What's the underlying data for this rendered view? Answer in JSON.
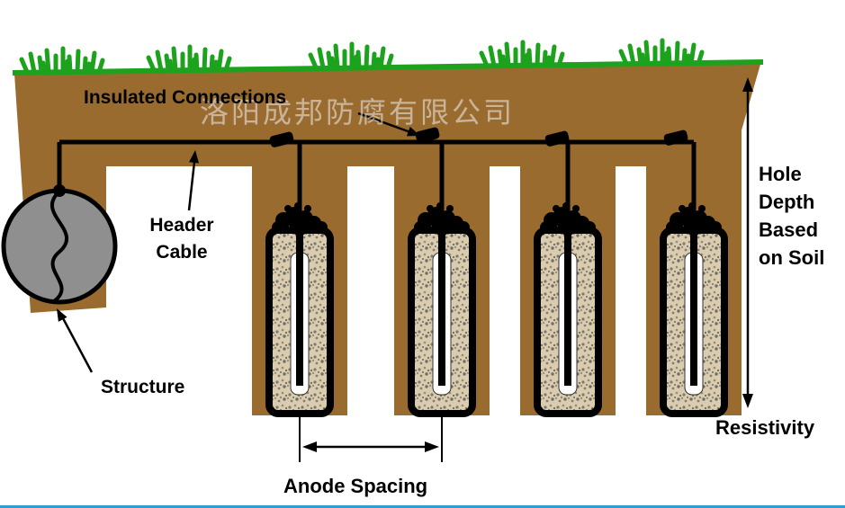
{
  "diagram": {
    "type": "anode-groundbed-cross-section",
    "labels": {
      "insulated_connections": "Insulated Connections",
      "header_line1": "Header",
      "header_line2": "Cable",
      "structure": "Structure",
      "anode_spacing": "Anode Spacing",
      "hole_line1": "Hole",
      "hole_line2": "Depth",
      "hole_line3": "Based",
      "hole_line4": "on Soil",
      "resistivity": "Resistivity",
      "watermark": "洛阳成邦防腐有限公司"
    },
    "colors": {
      "soil": "#9A6B2F",
      "grass": "#1CA21C",
      "backfill": "#D9CCB0",
      "structure_fill": "#8F8F8F",
      "cable": "#000000",
      "bottom_strip": "#2e9fd4"
    },
    "anode_count": 4
  }
}
